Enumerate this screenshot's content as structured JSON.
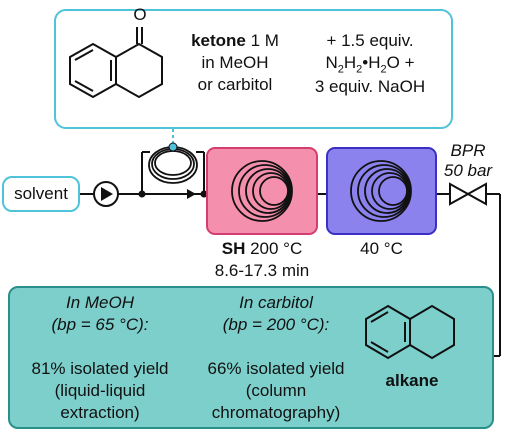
{
  "reagents": {
    "ketone_bold": "ketone",
    "ketone_conc": " 1 M",
    "solvent_line1": "in MeOH",
    "solvent_line2": "or carbitol",
    "additive_line1": "+ 1.5 equiv.",
    "additive_line2_a": "N",
    "additive_line2_b": "2",
    "additive_line2_c": "H",
    "additive_line2_d": "2",
    "additive_line2_e": "•H",
    "additive_line2_f": "2",
    "additive_line2_g": "O +",
    "additive_line3": "3 equiv. NaOH",
    "ketone_oxygen": "O"
  },
  "flow": {
    "solvent_label": "solvent",
    "reactor1_bold": "SH",
    "reactor1_temp": " 200 °C",
    "reactor1_time": "8.6-17.3 min",
    "reactor2_temp": "40 °C",
    "bpr_label": "BPR",
    "bpr_pressure": "50 bar",
    "reactor1_color": "#f58fae",
    "reactor2_color": "#8c82ee"
  },
  "results": {
    "meoh_title": "In MeOH",
    "meoh_bp": "(bp = 65 °C):",
    "meoh_yield": "81% isolated yield",
    "meoh_method1": "(liquid-liquid",
    "meoh_method2": "extraction)",
    "carbitol_title": "In carbitol",
    "carbitol_bp": "(bp = 200 °C):",
    "carbitol_yield": "66% isolated yield",
    "carbitol_method1": "(column",
    "carbitol_method2": "chromatography)",
    "product_label": "alkane"
  }
}
